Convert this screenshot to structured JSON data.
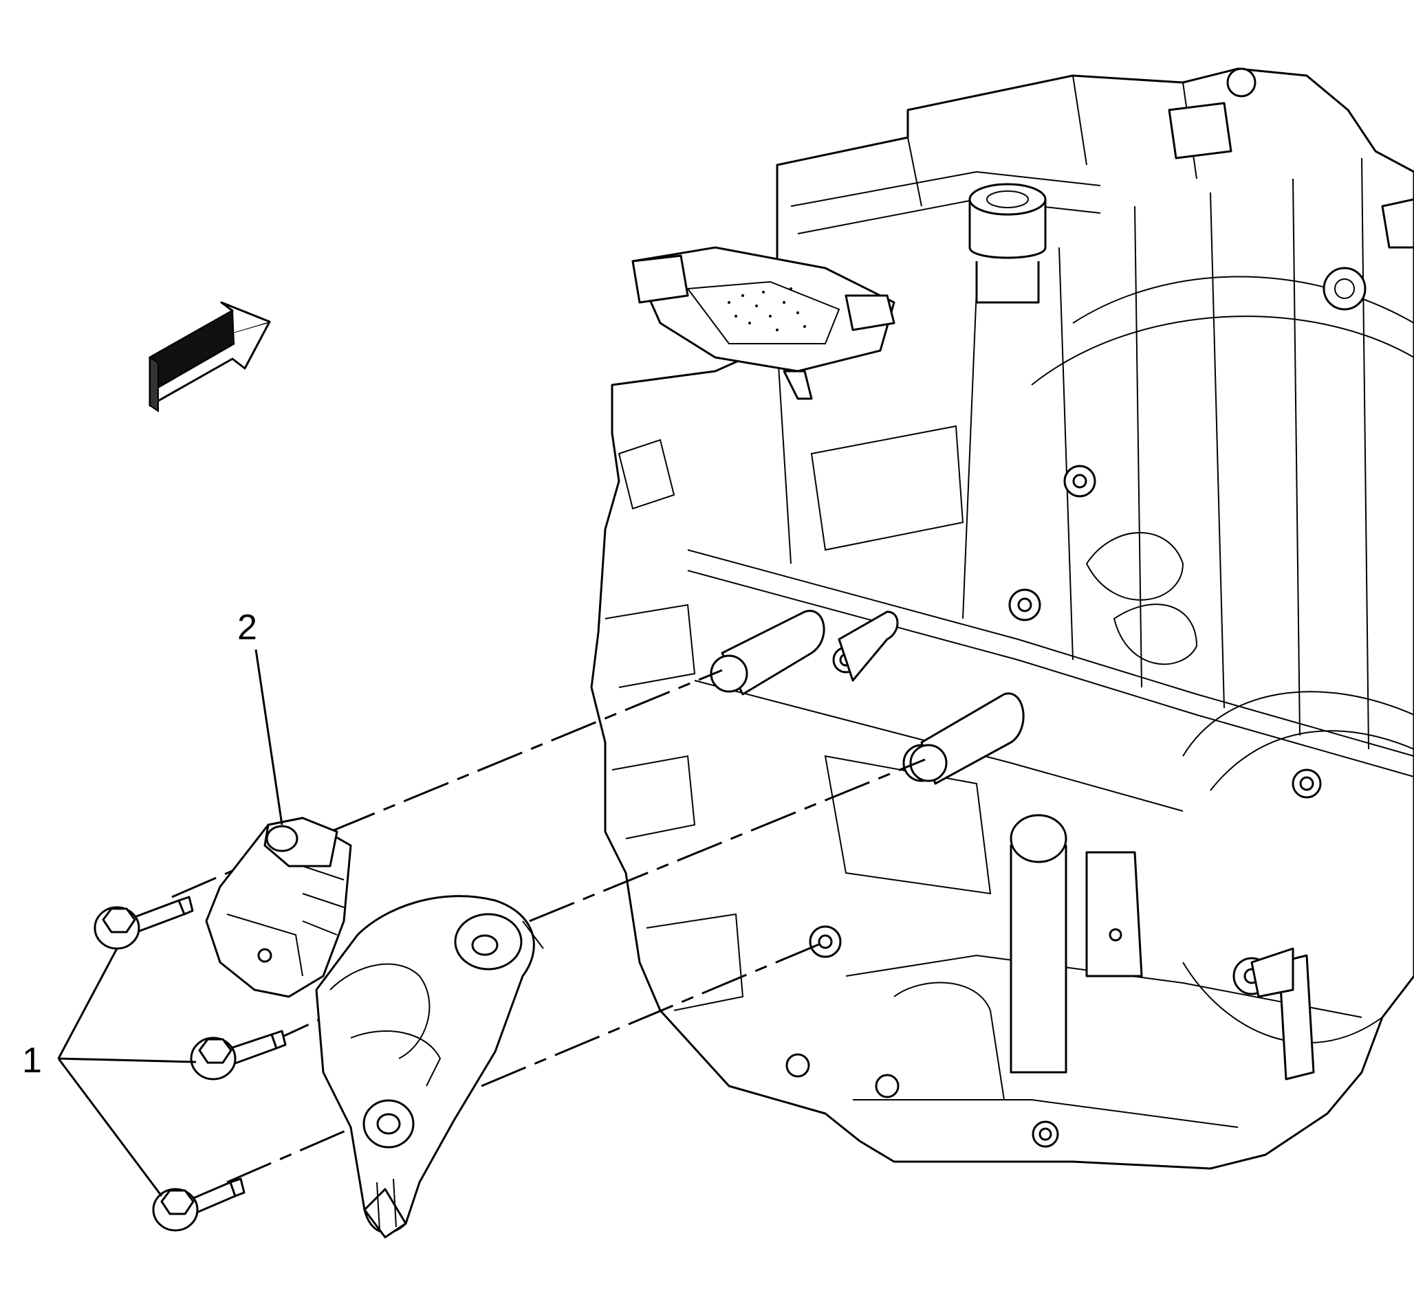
{
  "callouts": [
    {
      "id": "1",
      "label": "1"
    },
    {
      "id": "2",
      "label": "2"
    }
  ],
  "icons": {
    "direction_arrow": "view-direction-arrow-icon"
  },
  "colors": {
    "stroke": "#000000",
    "fill": "#ffffff"
  }
}
